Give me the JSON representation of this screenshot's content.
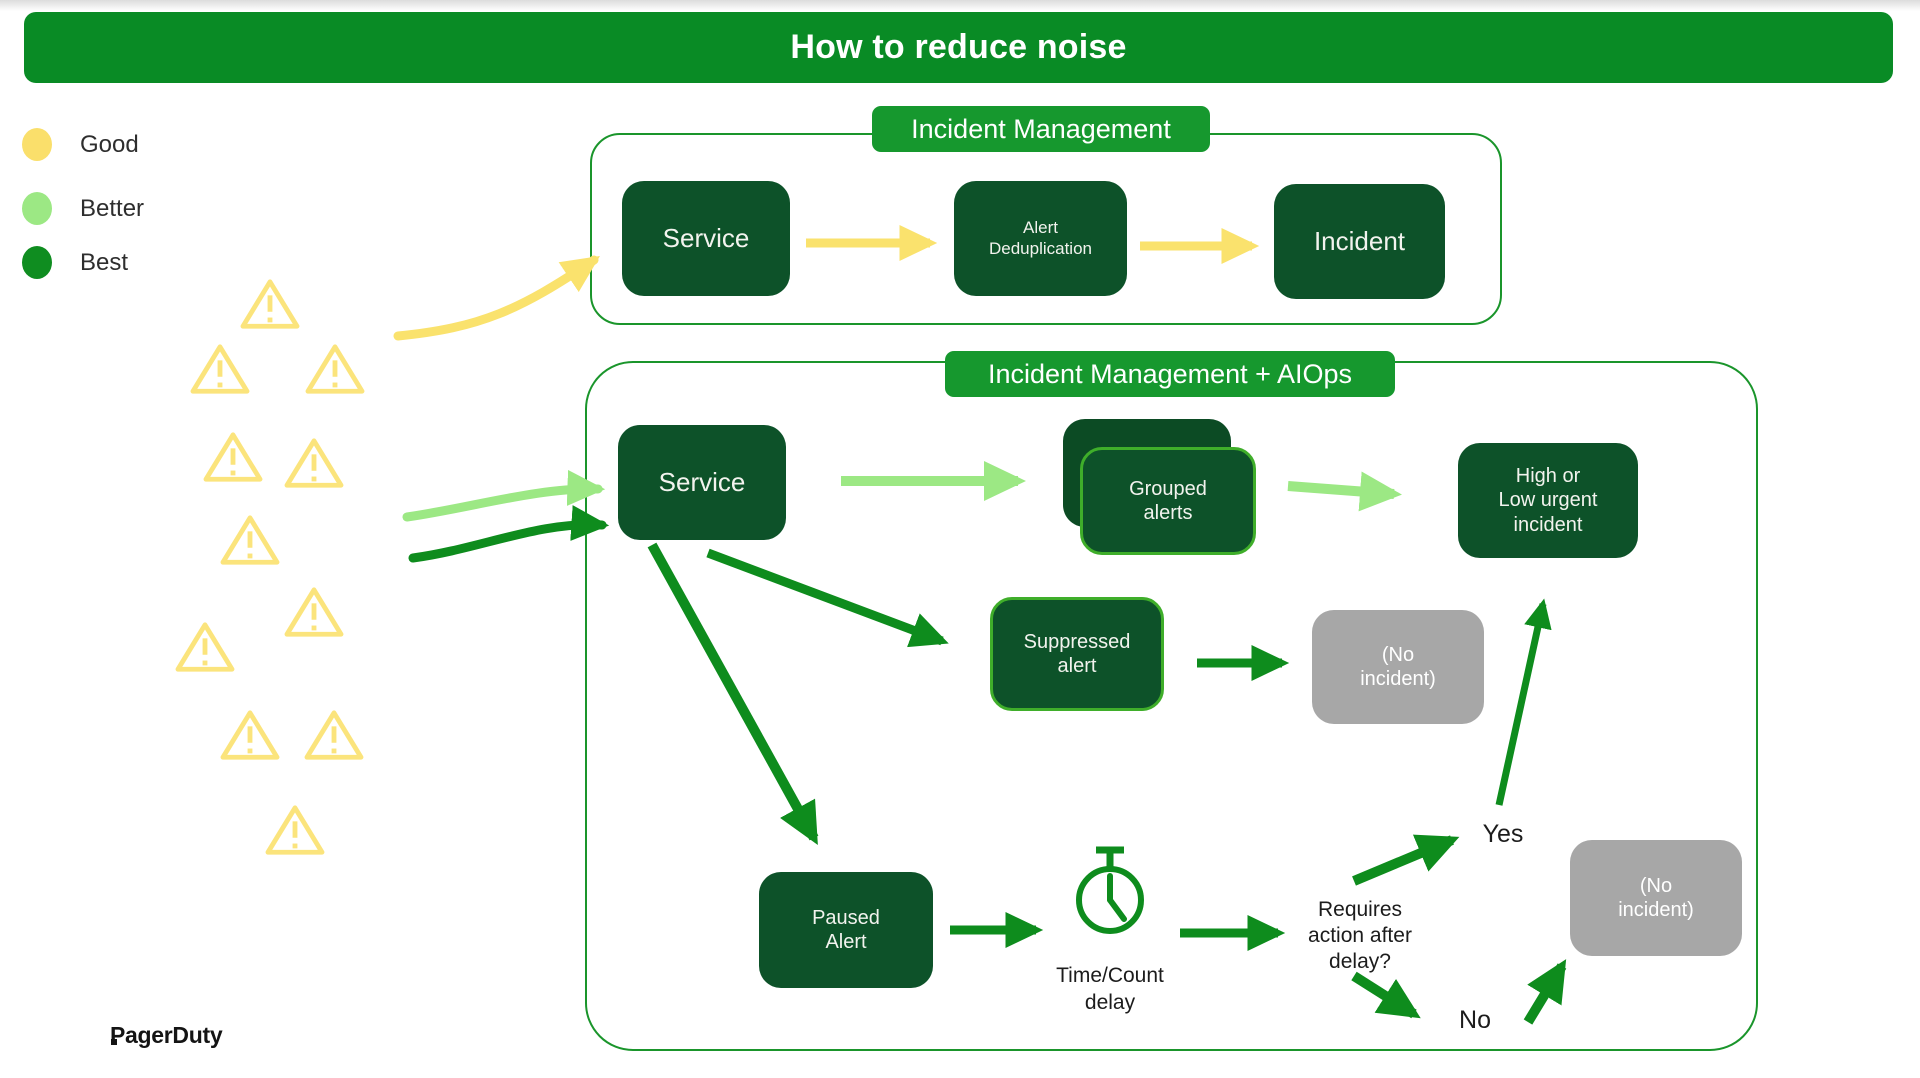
{
  "title": "How to reduce noise",
  "brand": {
    "logo_text": "PagerDuty"
  },
  "legend": {
    "items": [
      {
        "label": "Good",
        "color": "#fadf6b"
      },
      {
        "label": "Better",
        "color": "#9ce884"
      },
      {
        "label": "Best",
        "color": "#0f8d20"
      }
    ]
  },
  "noise": {
    "alert_triangle_count": 11,
    "triangle_color": "#fbe47c"
  },
  "sections": {
    "incident_management": {
      "label": "Incident Management",
      "nodes": {
        "service": "Service",
        "alert_dedup": "Alert\nDeduplication",
        "incident": "Incident"
      }
    },
    "aiops": {
      "label": "Incident Management + AIOps",
      "nodes": {
        "service": "Service",
        "grouped": "Grouped\nalerts",
        "high_low": "High or\nLow urgent\nincident",
        "suppressed": "Suppressed\nalert",
        "no_incident_1": "(No\nincident)",
        "paused": "Paused\nAlert",
        "delay": "Time/Count\ndelay",
        "question": "Requires\naction after\ndelay?",
        "yes": "Yes",
        "no": "No",
        "no_incident_2": "(No\nincident)"
      }
    }
  },
  "colors": {
    "banner_green": "#098b25",
    "label_green": "#16982e",
    "box_green": "#0d5229",
    "box_border_green": "#3fae2a",
    "outline_green": "#1a952b",
    "arrow_dark_green": "#0e8c1d",
    "arrow_light_green": "#9ce884",
    "arrow_yellow": "#fae26d",
    "triangle_yellow": "#fbe47c",
    "gray_box": "#a7a7a7",
    "text_white": "#f2f3ee",
    "text_black": "#1c1c1c"
  }
}
